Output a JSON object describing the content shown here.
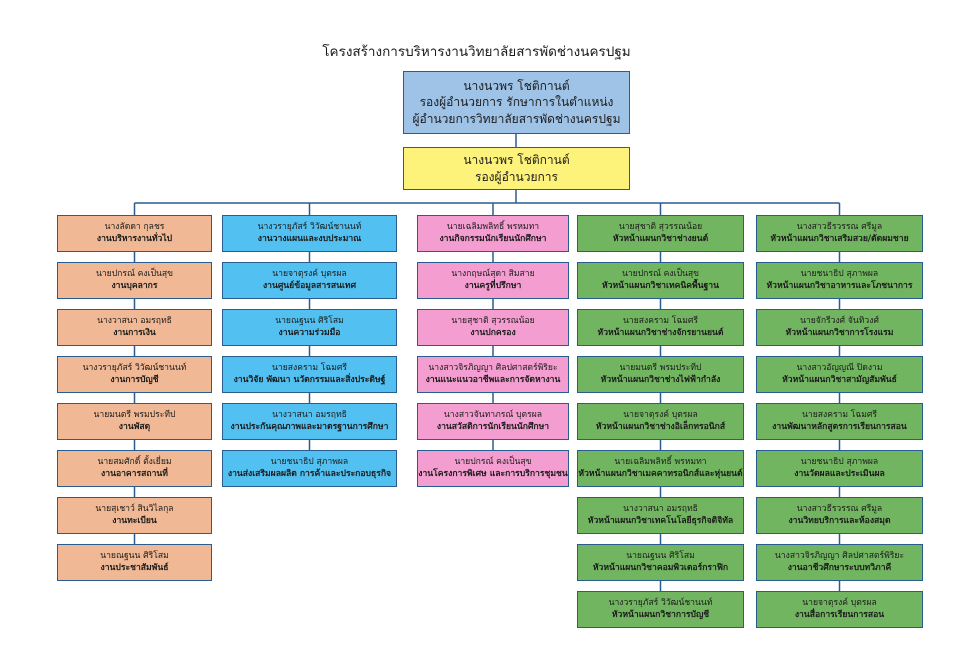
{
  "title": "โครงสร้างการบริหารงานวิทยาลัยสารพัดช่างนครปฐม",
  "top": {
    "name": "นางนวพร โชติกานต์",
    "role1": "รองผู้อำนวยการ  รักษาการในตำแหน่ง",
    "role2": "ผู้อำนวยการวิทยาลัยสารพัดช่างนครปฐม"
  },
  "vice": {
    "name": "นางนวพร โชติกานต์",
    "role": "รองผู้อำนวยการ"
  },
  "colors": {
    "top": "#9fc3e7",
    "vice": "#fdf27a",
    "col0": "#f0b894",
    "col1": "#52c0f0",
    "col2": "#f49dd0",
    "col3": "#72b560",
    "col4": "#72b560",
    "line": "#2a5d8f"
  },
  "columns": [
    {
      "boxes": [
        {
          "name": "นางลัดดา  กุลชร",
          "role": "งานบริหารงานทั่วไป"
        },
        {
          "name": "นายปกรณ์  คงเป็นสุข",
          "role": "งานบุคลากร"
        },
        {
          "name": "นางวาสนา  อมรฤทธิ",
          "role": "งานการเงิน"
        },
        {
          "name": "นางวรายุภัสร์ วิวัฒน์ชานนท์",
          "role": "งานการบัญชี"
        },
        {
          "name": "นายมนตรี พรมประทีป",
          "role": "งานพัสดุ"
        },
        {
          "name": "นายสมศักดิ์ ตั้งเยี่ยม",
          "role": "งานอาคารสถานที่"
        },
        {
          "name": "นายสุเชาว์ สินวิไลกุล",
          "role": "งานทะเบียน"
        },
        {
          "name": "นายณฐนน ศิริโสม",
          "role": "งานประชาสัมพันธ์"
        }
      ]
    },
    {
      "boxes": [
        {
          "name": "นางวรายุภัสร์  วิวัฒน์ชานนท์",
          "role": "งานวางแผนและงบประมาณ"
        },
        {
          "name": "นายจาตุรงค์  บุตรผล",
          "role": "งานศูนย์ข้อมูลสารสนเทศ"
        },
        {
          "name": "นายณฐนน ศิริโสม",
          "role": "งานความร่วมมือ"
        },
        {
          "name": "นายสงคราม  โฉมศรี",
          "role": "งานวิจัย พัฒนา นวัตกรรมและสิ่งประดิษฐ์"
        },
        {
          "name": "นางวาสนา  อมรฤทธิ",
          "role": "งานประกันคุณภาพและมาตรฐานการศึกษา"
        },
        {
          "name": "นายชนาธิป  สุภาพผล",
          "role": "งานส่งเสริมผลผลิต การค้าและประกอบธุรกิจ"
        }
      ]
    },
    {
      "boxes": [
        {
          "name": "นายเฉลิมพลิทธิ์  พรหมทา",
          "role": "งานกิจกรรมนักเรียนนักศึกษา"
        },
        {
          "name": "นางกฤษณ์สุดา สิมสาย",
          "role": "งานครูที่ปรึกษา"
        },
        {
          "name": "นายสุชาติ สุวรรณน้อย",
          "role": "งานปกครอง"
        },
        {
          "name": "นางสาวจิรภิญญา ศิลปศาสตร์พิริยะ",
          "role": "งานแนะแนวอาชีพและการจัดหางาน"
        },
        {
          "name": "นางสาวจันทาภรณ์ บุตรผล",
          "role": "งานสวัสดิการนักเรียนนักศึกษา"
        },
        {
          "name": "นายปกรณ์  คงเป็นสุข",
          "role": "งานโครงการพิเศษ และการบริการชุมชน"
        }
      ]
    },
    {
      "boxes": [
        {
          "name": "นายสุชาติ  สุวรรณน้อย",
          "role": "หัวหน้าแผนกวิชาช่างยนต์"
        },
        {
          "name": "นายปกรณ์  คงเป็นสุข",
          "role": "หัวหน้าแผนกวิชาเทคนิคพื้นฐาน"
        },
        {
          "name": "นายสงคราม  โฉมศรี",
          "role": "หัวหน้าแผนกวิชาช่างจักรยานยนต์"
        },
        {
          "name": "นายมนตรี พรมประทีป",
          "role": "หัวหน้าแผนกวิชาช่างไฟฟ้ากำลัง"
        },
        {
          "name": "นายจาตุรงค์  บุตรผล",
          "role": "หัวหน้าแผนกวิชาช่างอิเล็กทรอนิกส์"
        },
        {
          "name": "นายเฉลิมพลิทธิ์ พรหมทา",
          "role": "หัวหน้าแผนกวิชาเมคคาทรอนิกส์และหุ่นยนต์"
        },
        {
          "name": "นางวาสนา อมรฤทธิ",
          "role": "หัวหน้าแผนกวิชาเทคโนโลยีธุรกิจดิจิทัล"
        },
        {
          "name": "นายณฐนน ศิริโสม",
          "role": "หัวหน้าแผนกวิชาคอมพิวเตอร์กราฟิก"
        },
        {
          "name": "นางวรายุภัสร์ วิวัฒน์ชานนท์",
          "role": "หัวหน้าแผนกวิชาการบัญชี"
        }
      ]
    },
    {
      "boxes": [
        {
          "name": "นางสาวธีรวรรณ  ศรีมูล",
          "role": "หัวหน้าแผนกวิชาเสริมสวย/ตัดผมชาย"
        },
        {
          "name": "นายชนาธิป  สุภาพผล",
          "role": "หัวหน้าแผนกวิชาอาหารและโภชนาการ"
        },
        {
          "name": "นายจักรีวงศ์  จันทิวงศ์",
          "role": "หัวหน้าแผนกวิชาการโรงแรม"
        },
        {
          "name": "นางสาวอัญญณี  ปิดงาม",
          "role": "หัวหน้าแผนกวิชาสามัญสัมพันธ์"
        },
        {
          "name": "นายสงคราม  โฉมศรี",
          "role": "งานพัฒนาหลักสูตรการเรียนการสอน"
        },
        {
          "name": "นายชนาธิป  สุภาพผล",
          "role": "งานวัดผลและประเมินผล"
        },
        {
          "name": "นางสาวธีรวรรณ  ศรีมูล",
          "role": "งานวิทยบริการและห้องสมุด"
        },
        {
          "name": "นางสาวจิรภิญญา ศิลปศาสตร์พิริยะ",
          "role": "งานอาชีวศึกษาระบบทวิภาคี"
        },
        {
          "name": "นายจาตุรงค์  บุตรผล",
          "role": "งานสื่อการเรียนการสอน"
        }
      ]
    }
  ]
}
